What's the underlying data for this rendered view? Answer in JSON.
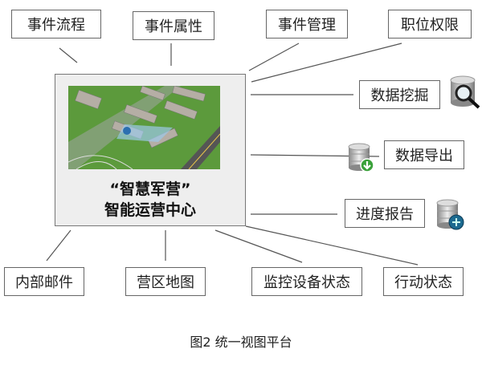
{
  "nodes": {
    "event_flow": "事件流程",
    "event_attr": "事件属性",
    "event_mgmt": "事件管理",
    "position_perm": "职位权限",
    "data_mining": "数据挖掘",
    "data_export": "数据导出",
    "progress_report": "进度报告",
    "internal_mail": "内部邮件",
    "camp_map": "营区地图",
    "monitor_status": "监控设备状态",
    "action_status": "行动状态"
  },
  "center": {
    "line1": "“智慧军营”",
    "line2": "智能运营中心"
  },
  "caption": "图2  统一视图平台",
  "icons": {
    "data_mining": "database-search-icon",
    "data_export": "database-download-icon",
    "progress_report": "database-add-icon"
  }
}
